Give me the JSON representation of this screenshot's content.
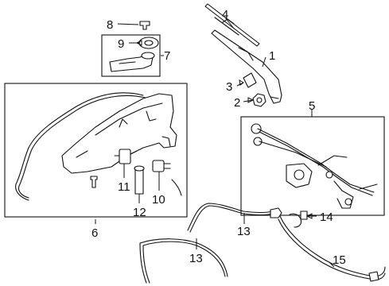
{
  "diagram": {
    "callouts": {
      "c1": "1",
      "c2": "2",
      "c3": "3",
      "c4": "4",
      "c5": "5",
      "c6": "6",
      "c7": "7",
      "c8": "8",
      "c9": "9",
      "c10": "10",
      "c11": "11",
      "c12": "12",
      "c13a": "13",
      "c13b": "13",
      "c14": "14",
      "c15": "15"
    }
  }
}
